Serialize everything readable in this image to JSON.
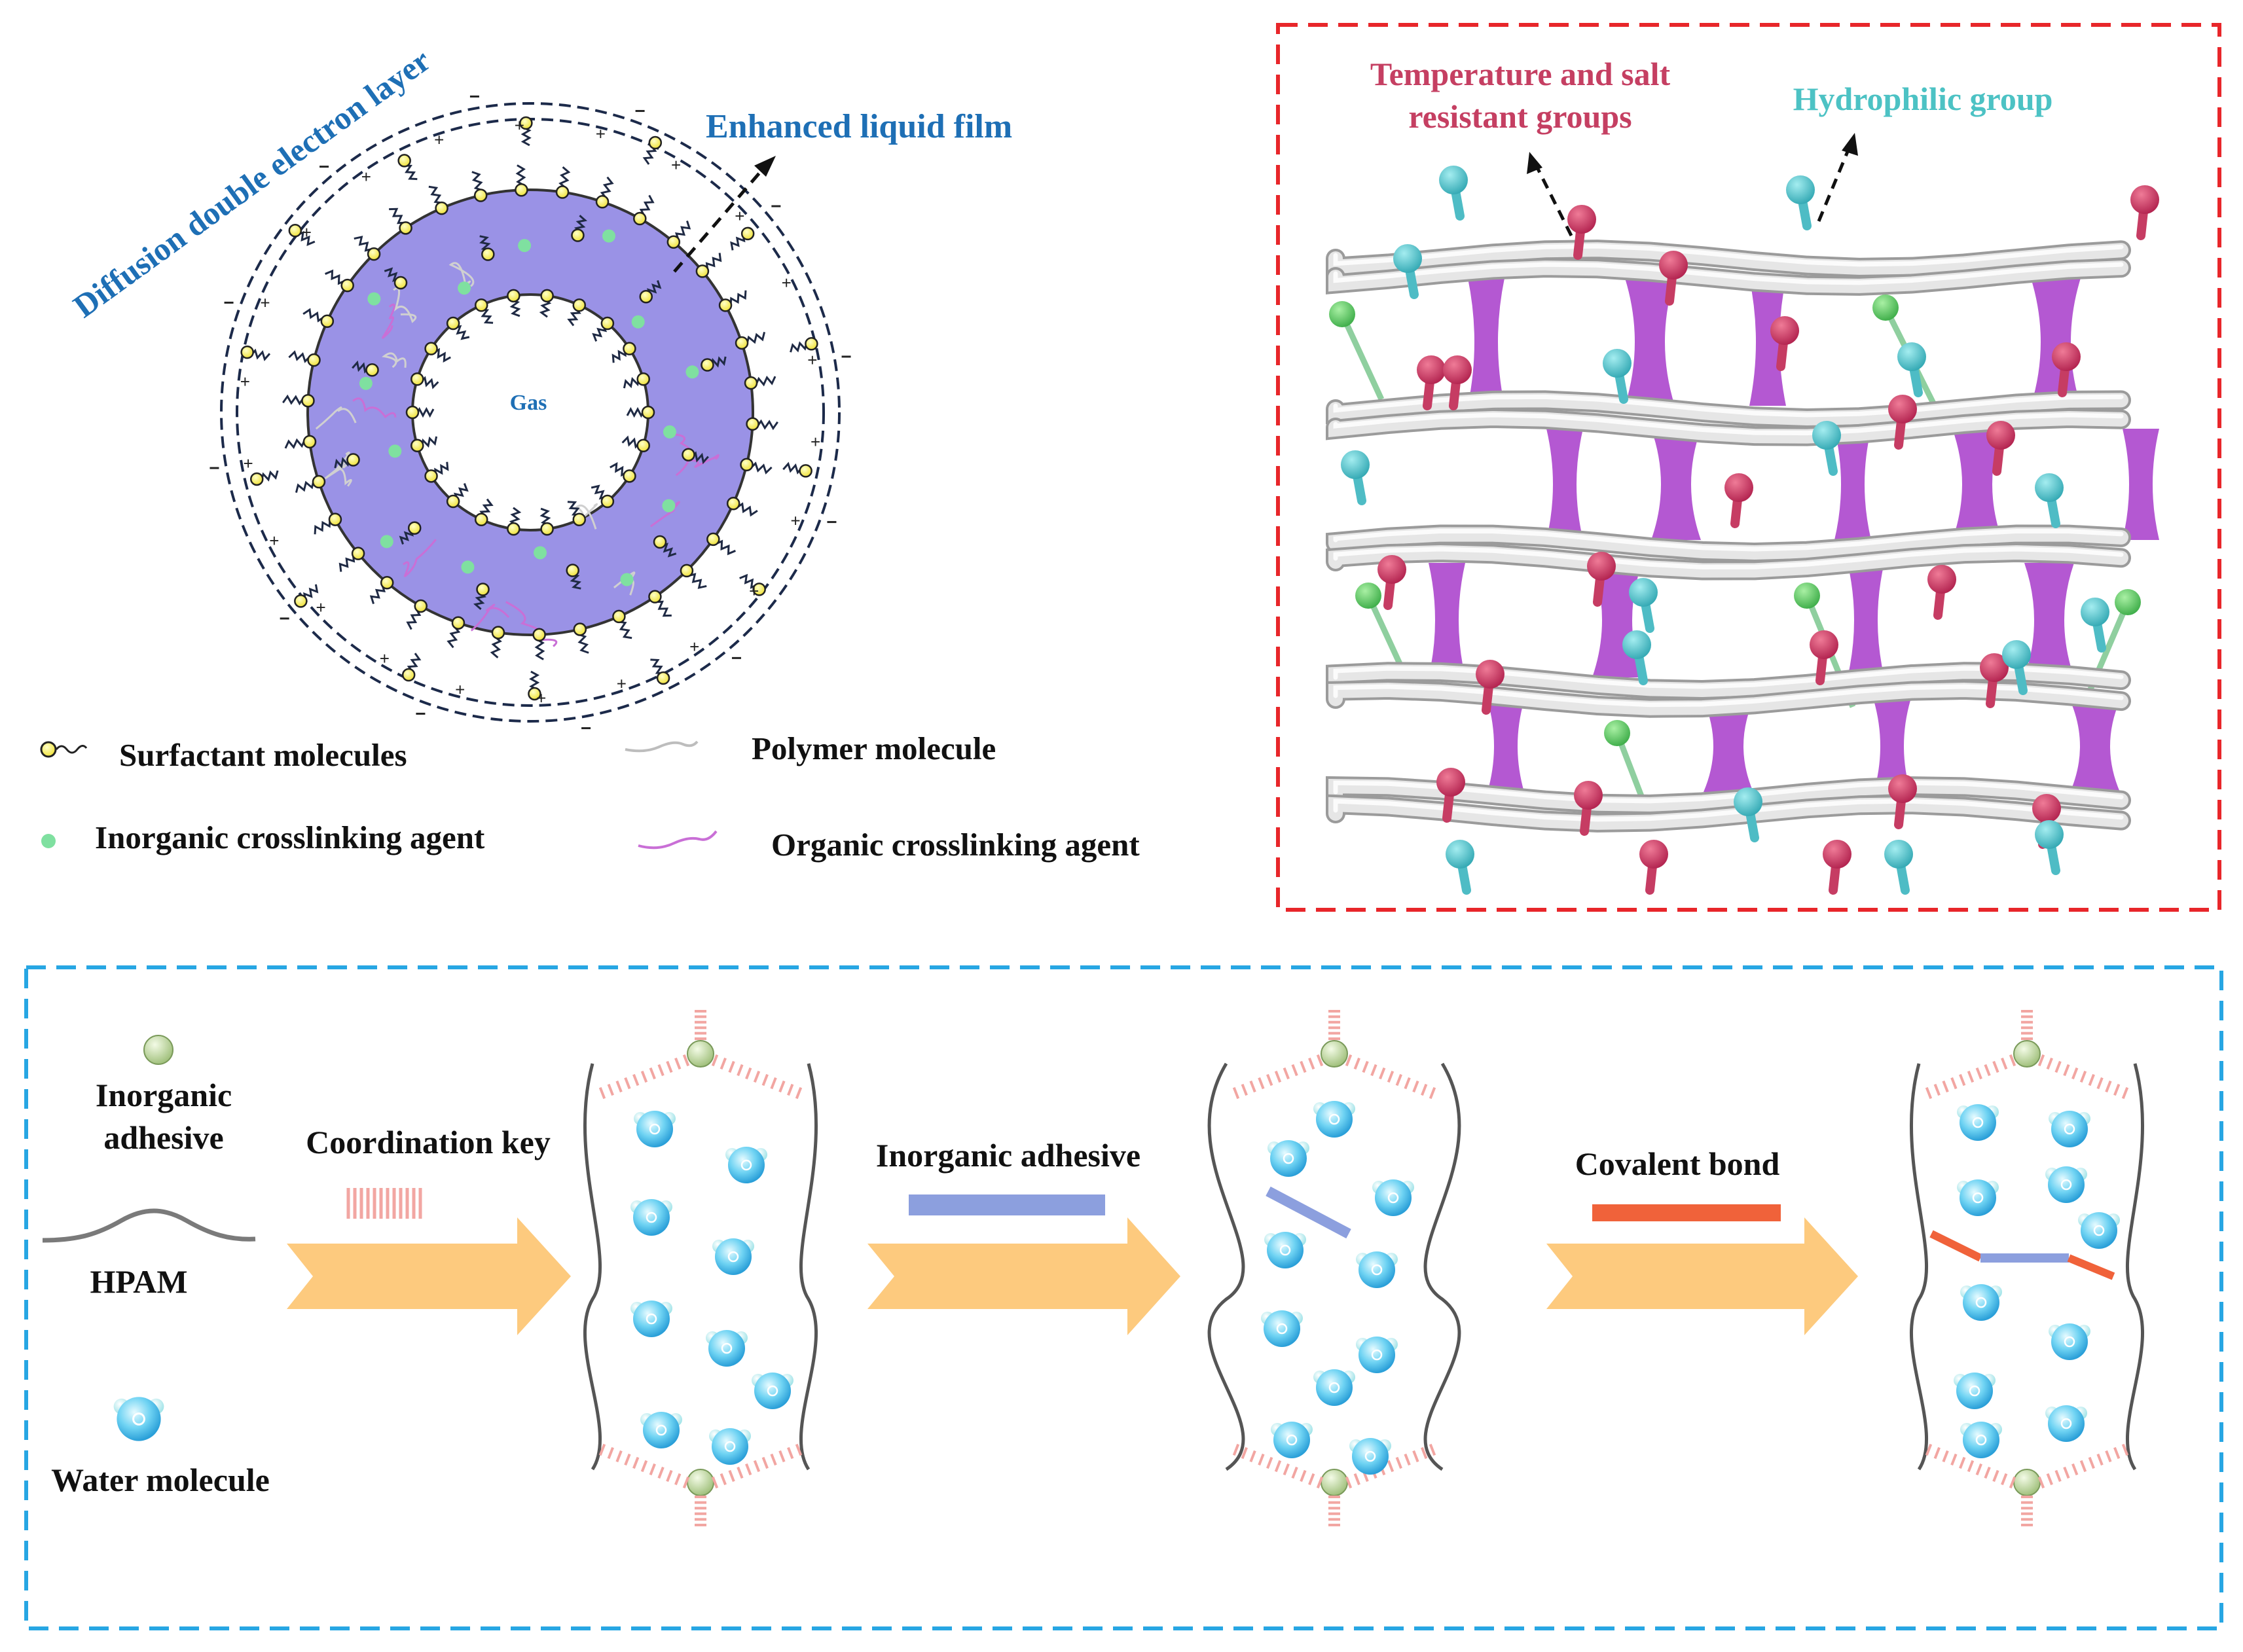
{
  "panel_a": {
    "diffusion_label": "Diffusion double electron layer",
    "film_label": "Enhanced liquid film",
    "gas_label": "Gas",
    "legend": {
      "surfactant": "Surfactant molecules",
      "polymer": "Polymer molecule",
      "inorganic": "Inorganic crosslinking agent",
      "organic": "Organic crosslinking agent"
    }
  },
  "panel_b": {
    "temp_label_line1": "Temperature and salt",
    "temp_label_line2": "resistant groups",
    "hydrophilic_label": "Hydrophilic group"
  },
  "panel_c": {
    "inorganic_line1": "Inorganic",
    "inorganic_line2": "adhesive",
    "hpam_label": "HPAM",
    "water_label": "Water molecule",
    "step1_label": "Coordination key",
    "step2_label": "Inorganic adhesive",
    "step3_label": "Covalent bond"
  },
  "colors": {
    "blue_text": "#1e6fb5",
    "pink_text": "#c53f62",
    "teal_text": "#4cc2c4",
    "ring_fill": "#9a92e6",
    "red_frame": "#e8262a",
    "blue_frame": "#27a6e3",
    "arrow": "#fdca7e",
    "pink_bar": "#f2a6a2",
    "blue_bar": "#8c9fde",
    "orange_bar": "#f0623a",
    "purple_link": "#b04fd0",
    "green_link": "#7cbf92",
    "red_pin": "#c63c63",
    "teal_pin": "#4ebcc5"
  }
}
